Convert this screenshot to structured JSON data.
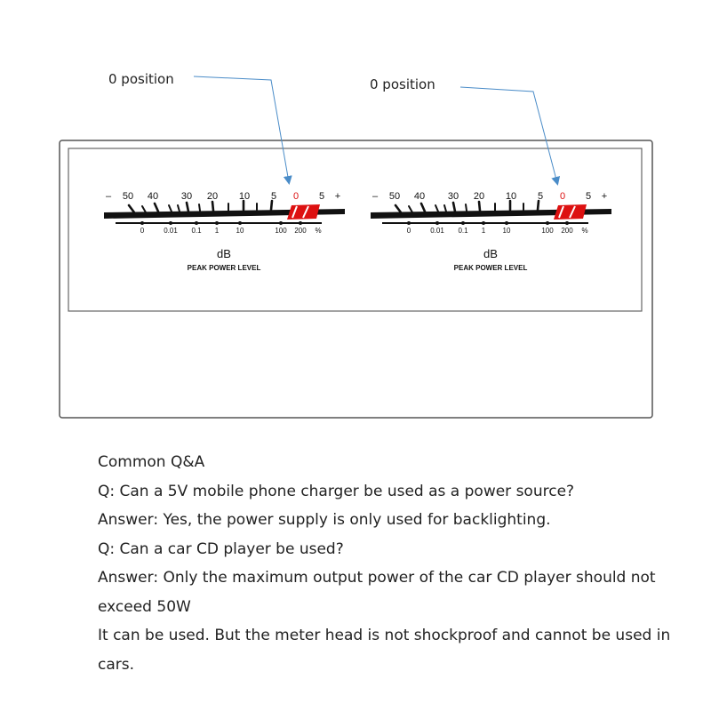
{
  "annotations": {
    "left_callout": "0 position",
    "right_callout": "0 position"
  },
  "meter_scale": {
    "db_labels": [
      "–",
      "50",
      "40",
      "30",
      "20",
      "10",
      "5",
      "0",
      "5",
      "+"
    ],
    "percent_labels": [
      "0",
      "0.01",
      "0.1",
      "1",
      "10",
      "100",
      "200",
      "%"
    ],
    "unit": "dB",
    "caption": "PEAK POWER LEVEL"
  },
  "colors": {
    "red_zone": "#dd1111",
    "arrow": "#4a8cc8",
    "frame": "#555555"
  },
  "qa": [
    "Common Q&A",
    "Q: Can a 5V mobile phone charger be used as a power source?",
    "Answer: Yes, the power supply is only used for backlighting.",
    "Q: Can a car CD player be used?",
    "Answer: Only the maximum output power of the car CD player should not exceed 50W",
    "It can be used. But the meter head is not shockproof and cannot be used in cars."
  ]
}
